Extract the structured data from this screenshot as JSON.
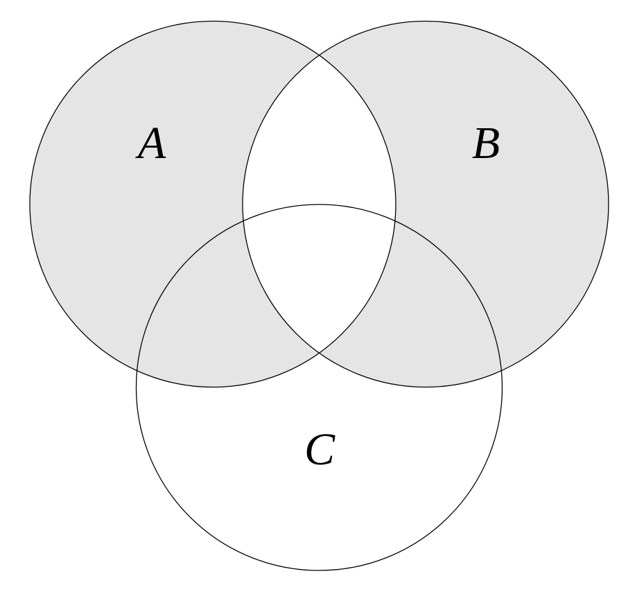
{
  "figure": {
    "type": "venn-diagram",
    "description": "Three-circle Venn diagram with the symmetric difference of A and B shaded",
    "sets": [
      {
        "id": "A",
        "label": "A",
        "shaded": true
      },
      {
        "id": "B",
        "label": "B",
        "shaded": true
      },
      {
        "id": "C",
        "label": "C",
        "shaded": false
      }
    ],
    "shaded_region": "(A ∪ B) \\ (A ∩ B)",
    "unshaded_regions": [
      "A ∩ B",
      "A ∩ B ∩ C",
      "C only"
    ],
    "colors": {
      "shade": "#e5e5e5",
      "background": "#ffffff",
      "stroke": "#000000",
      "label": "#000000"
    }
  }
}
